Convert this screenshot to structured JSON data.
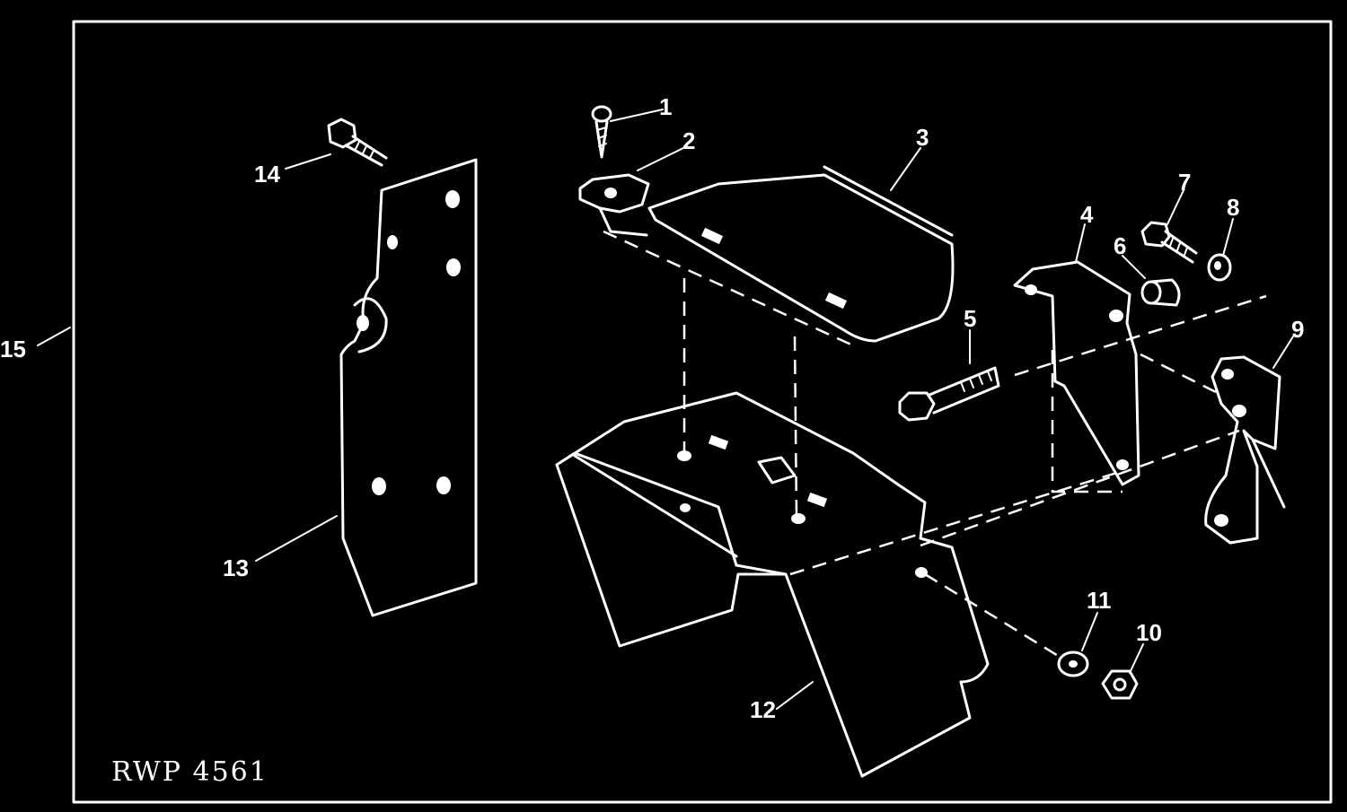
{
  "figure_id": "RWP 4561",
  "callouts": [
    "1",
    "2",
    "3",
    "4",
    "5",
    "6",
    "7",
    "8",
    "9",
    "10",
    "11",
    "12",
    "13",
    "14",
    "15"
  ],
  "colors": {
    "background": "#000000",
    "line": "#ffffff"
  }
}
